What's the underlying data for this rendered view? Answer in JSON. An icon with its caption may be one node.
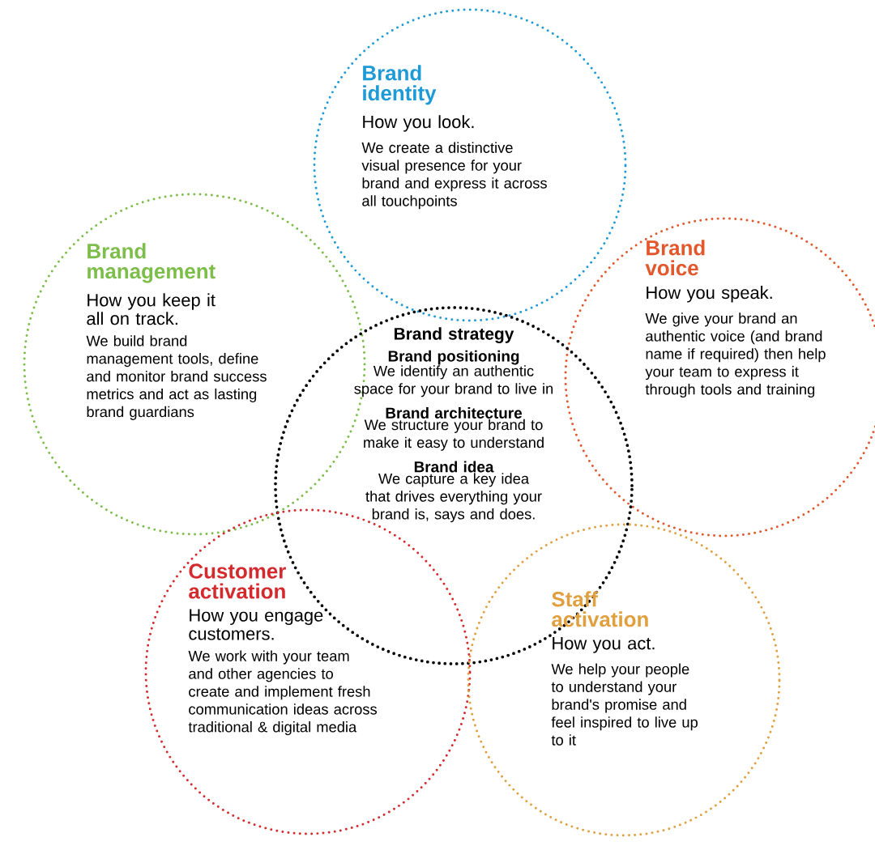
{
  "diagram": {
    "nodes": [
      {
        "text": [
          "Brand identity",
          "How you look.",
          "We create a distinctive visual presence for your brand and express it across all touchpoints"
        ]
      },
      {
        "text": [
          "Brand management",
          "How you keep it all on track.",
          "We build brand management tools, define and monitor brand success metrics and act as lasting brand guardians"
        ]
      },
      {
        "text": [
          "Brand voice",
          "How you speak.",
          "We give your brand an authentic voice (and brand name if required) then help your team to express it through tools and training"
        ]
      },
      {
        "text": [
          "Brand strategy",
          "Brand positioning",
          "We identify an authentic space for your brand to live in",
          "Brand architecture",
          "We structure your brand to make it easy to understand",
          "Brand idea",
          "We capture a key idea that drives everything your brand is, says and does."
        ]
      },
      {
        "text": [
          "Customer activation",
          "How you engage customers.",
          "We work with your team and other agencies to create and implement fresh communication ideas across traditional & digital media"
        ]
      },
      {
        "text": [
          "Staff activation",
          "How you act.",
          "We help your people to understand your brand's promise and feel inspired to live up to it"
        ]
      }
    ]
  }
}
